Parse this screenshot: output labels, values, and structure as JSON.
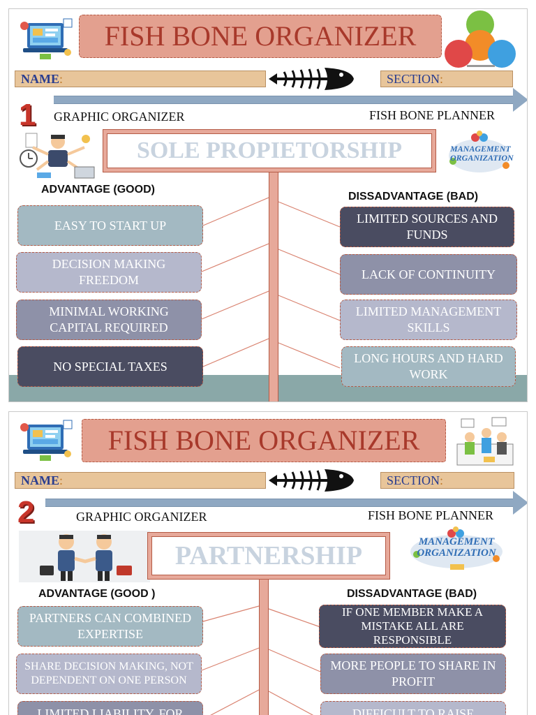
{
  "sheets": [
    {
      "title": "FISH BONE ORGANIZER",
      "name_label": "NAME",
      "section_label": "SECTION",
      "number": "1",
      "graphic_organizer": "GRAPHIC ORGANIZER",
      "planner": "FISH BONE PLANNER",
      "topic": "SOLE PROPIETORSHIP",
      "advantage_head": "ADVANTAGE (GOOD)",
      "disadvantage_head": "DISSADVANTAGE (BAD)",
      "advantages": [
        "EASY TO START UP",
        "DECISION MAKING FREEDOM",
        "MINIMAL WORKING CAPITAL REQUIRED",
        "NO SPECIAL TAXES"
      ],
      "disadvantages": [
        "LIMITED SOURCES AND FUNDS",
        "LACK OF CONTINUITY",
        "LIMITED MANAGEMENT SKILLS",
        "LONG HOURS AND HARD WORK"
      ],
      "logo_text": [
        "MANAGEMENT",
        "ORGANIZATION"
      ]
    },
    {
      "title": "FISH BONE ORGANIZER",
      "name_label": "NAME",
      "section_label": "SECTION",
      "number": "2",
      "graphic_organizer": "GRAPHIC ORGANIZER",
      "planner": "FISH BONE PLANNER",
      "topic": "PARTNERSHIP",
      "advantage_head": "ADVANTAGE (GOOD )",
      "disadvantage_head": "DISSADVANTAGE (BAD)",
      "advantages": [
        "PARTNERS CAN COMBINED EXPERTISE",
        "SHARE DECISION MAKING, NOT DEPENDENT ON ONE PERSON",
        "LIMITED LIABILITY, FOR"
      ],
      "disadvantages": [
        "IF ONE MEMBER MAKE A MISTAKE ALL ARE RESPONSIBLE",
        "MORE PEOPLE TO SHARE IN PROFIT",
        "DIFFICULT TO RAISE"
      ],
      "logo_text": [
        "MANAGEMENT",
        "ORGANIZATION"
      ]
    }
  ],
  "colors": {
    "title_fill": "#e3a08f",
    "title_text": "#a8392b",
    "field_fill": "#e8c59a",
    "arrow": "#8fa8c2",
    "spine": "#e7a99a",
    "box_light_teal": "#a3b9c2",
    "box_lavender": "#b5b8cc",
    "box_slate": "#8e91a8",
    "box_dark": "#4a4c61",
    "band": "#8aa8a8"
  }
}
